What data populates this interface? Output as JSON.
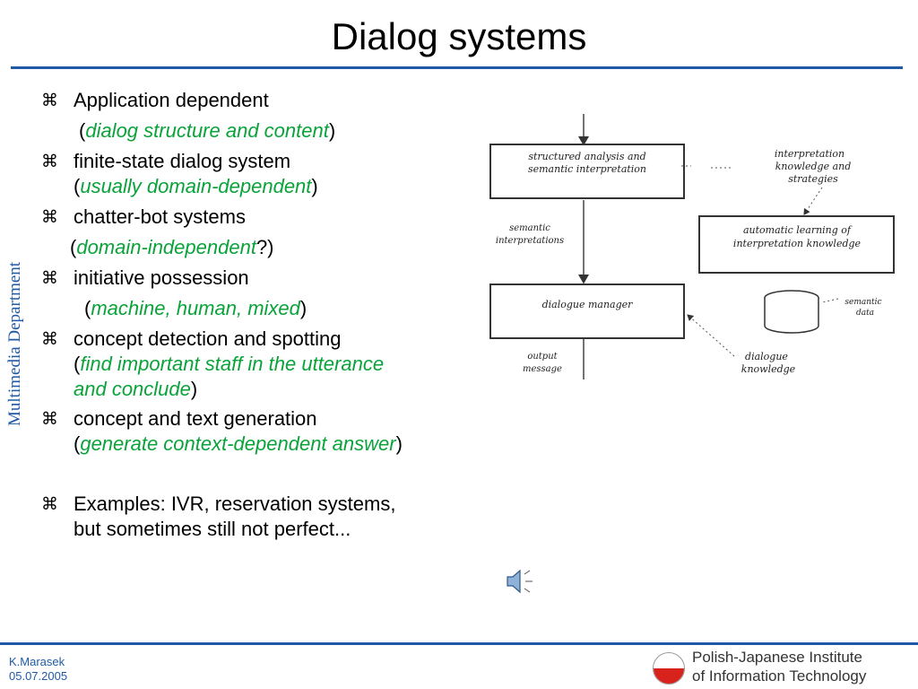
{
  "slide": {
    "title": "Dialog systems",
    "side_label": "Multimedia Department",
    "bullet_glyph": "⌘",
    "bullets": [
      {
        "text": "Application dependent",
        "note_pre": "(",
        "note": "dialog structure and content",
        "note_post": ")"
      },
      {
        "text": "finite-state dialog system",
        "note_pre": "(",
        "note": "usually domain-dependent",
        "note_post": ")"
      },
      {
        "text": "chatter-bot systems",
        "note_pre": "(",
        "note": "domain-independent",
        "note_post": "?)"
      },
      {
        "text": "initiative possession",
        "note_pre": "(",
        "note": "machine, human, mixed",
        "note_post": ")"
      },
      {
        "text": "concept detection and spotting",
        "note_pre": "(",
        "note_line1": "find important staff in the utterance",
        "note_line2": "and conclude",
        "note_post": ")"
      },
      {
        "text": "concept and text generation",
        "note_pre": "(",
        "note": "generate context-dependent answer",
        "note_post": ")"
      },
      {
        "text_line1": "Examples: IVR, reservation systems,",
        "text_line2": "but sometimes still not perfect..."
      }
    ]
  },
  "diagram": {
    "box_structured": [
      "structured analysis and",
      "semantic interpretation"
    ],
    "box_dialogue_manager": "dialogue manager",
    "box_learning": [
      "automatic learning of",
      "interpretation knowledge"
    ],
    "label_interp_knowledge": [
      "interpretation",
      "knowledge and",
      "strategies"
    ],
    "label_semantic_interp": [
      "semantic",
      "interpretations"
    ],
    "label_semantic_data": [
      "semantic",
      "data"
    ],
    "label_output": [
      "output",
      "message"
    ],
    "label_dialogue_knowledge": [
      "dialogue",
      "knowledge"
    ]
  },
  "footer": {
    "author": "K.Marasek",
    "date": "05.07.2005",
    "institute_line1": "Polish-Japanese Institute",
    "institute_line2": "of Information Technology"
  },
  "colors": {
    "accent": "#1f5aa6",
    "note": "#0aa33a",
    "logo_red": "#d8221c"
  }
}
